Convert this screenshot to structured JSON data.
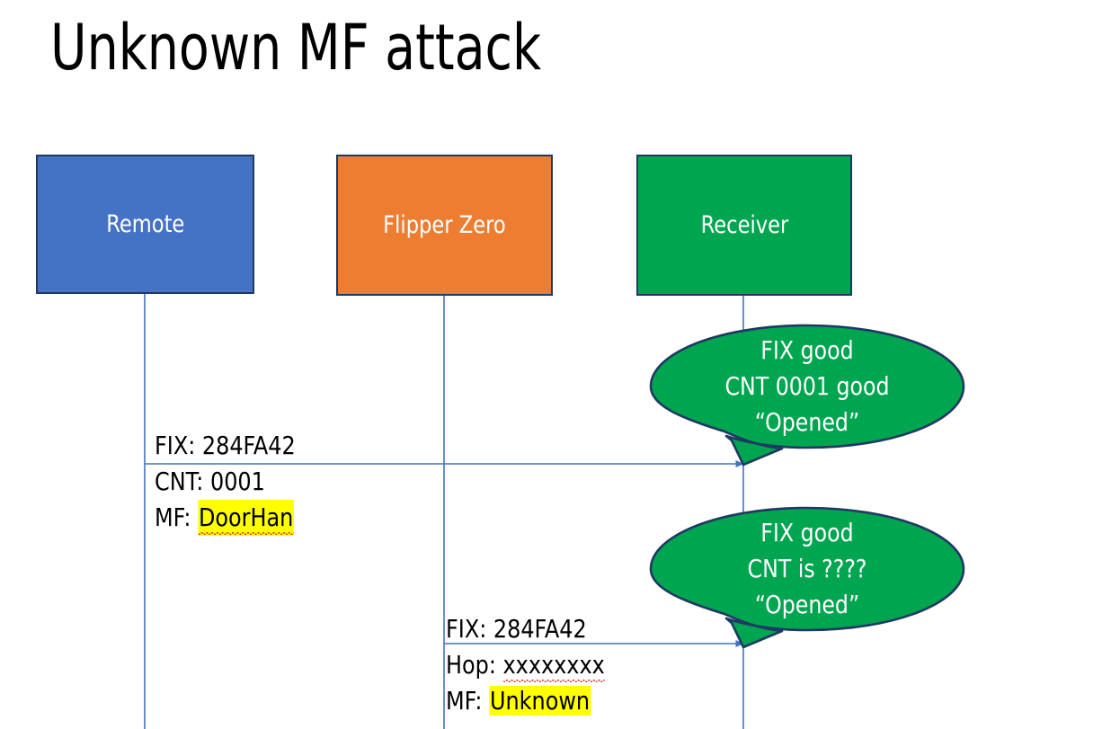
{
  "slide": {
    "title": "Unknown MF attack",
    "background": "#FFFFFF"
  },
  "colors": {
    "remote_fill": "#4472C4",
    "flipper_fill": "#ED7D31",
    "receiver_fill": "#00A550",
    "box_border": "#1F3864",
    "bubble_fill": "#00A550",
    "bubble_border": "#1F3864",
    "lifeline": "#4472C4",
    "arrow": "#4472C4",
    "highlight": "#FFFF00",
    "spellcheck_underline": "#E03030",
    "text_dark": "#000000",
    "text_light": "#FFFFFF"
  },
  "actors": [
    {
      "id": "remote",
      "label": "Remote"
    },
    {
      "id": "flipper",
      "label": "Flipper Zero"
    },
    {
      "id": "receiver",
      "label": "Receiver"
    }
  ],
  "messages": [
    {
      "id": "msg-remote-to-receiver",
      "from": "remote",
      "to": "receiver",
      "lines": [
        {
          "label": "FIX:",
          "value": "284FA42",
          "highlight": false,
          "spellcheck": false
        },
        {
          "label": "CNT:",
          "value": "0001",
          "highlight": false,
          "spellcheck": false
        },
        {
          "label": "MF:",
          "value": "DoorHan",
          "highlight": true,
          "spellcheck": true
        }
      ]
    },
    {
      "id": "msg-flipper-to-receiver",
      "from": "flipper",
      "to": "receiver",
      "lines": [
        {
          "label": "FIX:",
          "value": "284FA42",
          "highlight": false,
          "spellcheck": false
        },
        {
          "label": "Hop:",
          "value": "xxxxxxxx",
          "highlight": false,
          "spellcheck": true
        },
        {
          "label": "MF:",
          "value": "Unknown",
          "highlight": true,
          "spellcheck": false
        }
      ]
    }
  ],
  "bubbles": [
    {
      "id": "bubble-good",
      "owner": "receiver",
      "lines": [
        "FIX good",
        "CNT 0001 good",
        "“Opened”"
      ]
    },
    {
      "id": "bubble-unknown",
      "owner": "receiver",
      "lines": [
        "FIX good",
        "CNT is ????",
        "“Opened”"
      ]
    }
  ]
}
